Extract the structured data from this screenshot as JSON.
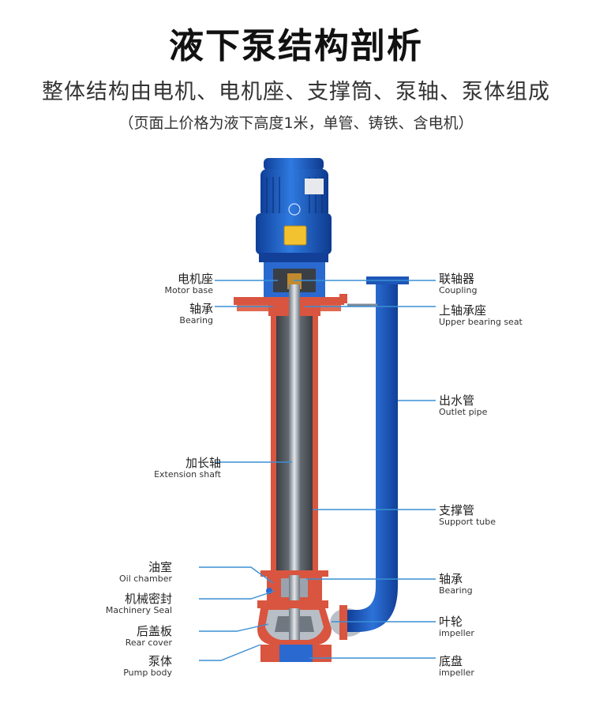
{
  "header": {
    "title": "液下泵结构剖析",
    "subtitle": "整体结构由电机、电机座、支撑筒、泵轴、泵体组成",
    "note": "（页面上价格为液下高度1米，单管、铸铁、含电机）"
  },
  "labels": {
    "motor_base": {
      "zh": "电机座",
      "en": "Motor base"
    },
    "bearing_top": {
      "zh": "轴承",
      "en": "Bearing"
    },
    "extension_shaft": {
      "zh": "加长轴",
      "en": "Extension shaft"
    },
    "oil_chamber": {
      "zh": "油室",
      "en": "Oil chamber"
    },
    "machinery_seal": {
      "zh": "机械密封",
      "en": "Machinery Seal"
    },
    "rear_cover": {
      "zh": "后盖板",
      "en": "Rear cover"
    },
    "pump_body": {
      "zh": "泵体",
      "en": "Pump body"
    },
    "coupling": {
      "zh": "联轴器",
      "en": "Coupling"
    },
    "upper_bearing_seat": {
      "zh": "上轴承座",
      "en": "Upper bearing seat"
    },
    "outlet_pipe": {
      "zh": "出水管",
      "en": "Outlet pipe"
    },
    "support_tube": {
      "zh": "支撑管",
      "en": "Support tube"
    },
    "bearing_bottom": {
      "zh": "轴承",
      "en": "Bearing"
    },
    "impeller": {
      "zh": "叶轮",
      "en": "impeller"
    },
    "base_plate": {
      "zh": "底盘",
      "en": "impeller"
    }
  },
  "colors": {
    "motor_blue": "#1f63c8",
    "pipe_blue": "#1e56b8",
    "casing_red": "#d9553f",
    "shaft_gray": "#9aa3ad",
    "leader_line": "#3a8fd6"
  }
}
